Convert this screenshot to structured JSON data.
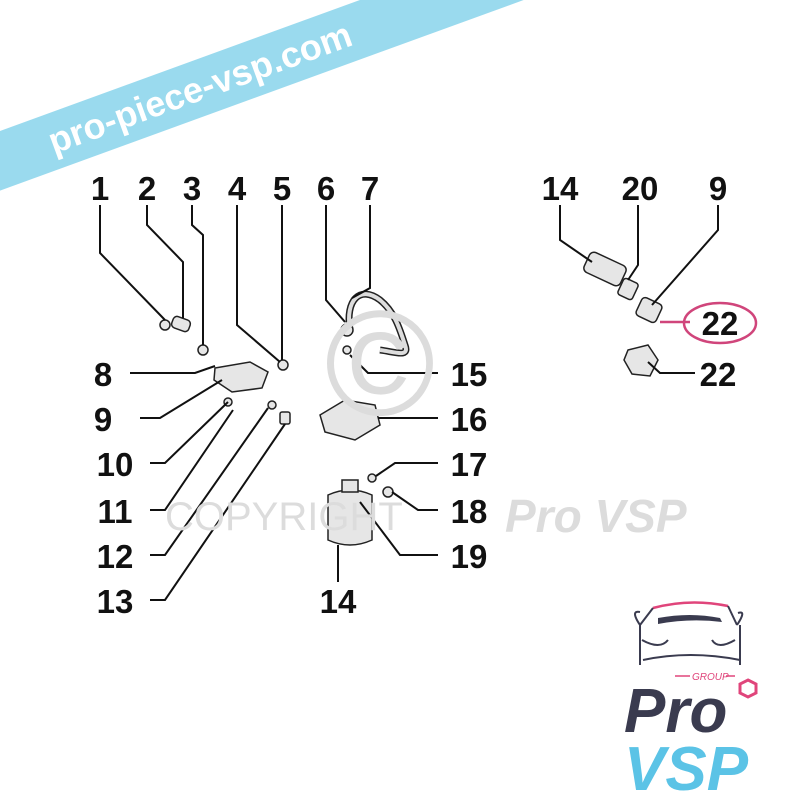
{
  "banner": {
    "text": "pro-piece-vsp.com",
    "color": "#8fd6ec"
  },
  "watermark": {
    "copyright_text": "COPYRIGHT",
    "brand_text": "Pro VSP",
    "symbol": "©"
  },
  "labels": {
    "top": [
      "1",
      "2",
      "3",
      "4",
      "5",
      "6",
      "7"
    ],
    "left": [
      "8",
      "9",
      "10",
      "11",
      "12",
      "13"
    ],
    "middle_right": [
      "15",
      "16",
      "17",
      "18",
      "19"
    ],
    "bottom": "14",
    "right_group": [
      "14",
      "20",
      "9"
    ],
    "highlighted": "22",
    "right_bottom": "22"
  },
  "highlight_color": "#d0457b",
  "logo": {
    "group": "GROUP",
    "pro": "Pro",
    "vsp": "VSP",
    "pink": "#e0457b",
    "dark": "#3a3b4f",
    "blue": "#5bc3e6"
  }
}
